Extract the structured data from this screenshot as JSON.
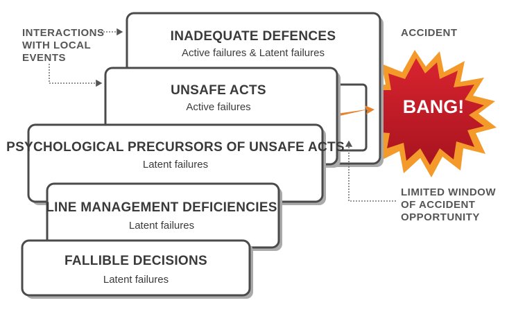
{
  "labels": {
    "interactions": [
      "INTERACTIONS",
      "WITH LOCAL",
      "EVENTS"
    ],
    "accident": "ACCIDENT",
    "bang": "BANG!",
    "window": [
      "LIMITED WINDOW",
      "OF ACCIDENT",
      "OPPORTUNITY"
    ]
  },
  "layers": [
    {
      "title": "INADEQUATE DEFENCES",
      "subtitle": "Active failures & Latent failures"
    },
    {
      "title": "UNSAFE ACTS",
      "subtitle": "Active failures"
    },
    {
      "title": "PSYCHOLOGICAL PRECURSORS OF UNSAFE ACTS",
      "subtitle": "Latent failures"
    },
    {
      "title": "LINE MANAGEMENT DEFICIENCIES",
      "subtitle": "Latent failures"
    },
    {
      "title": "FALLIBLE DECISIONS",
      "subtitle": "Latent failures"
    }
  ],
  "colors": {
    "card_fill": "#ffffff",
    "card_border": "#4a4a4a",
    "text": "#3a3a3a",
    "side_text": "#555555",
    "burst_outer": "#f39a2b",
    "burst_inner": "#c4202c",
    "arrow": "#e8822a"
  }
}
